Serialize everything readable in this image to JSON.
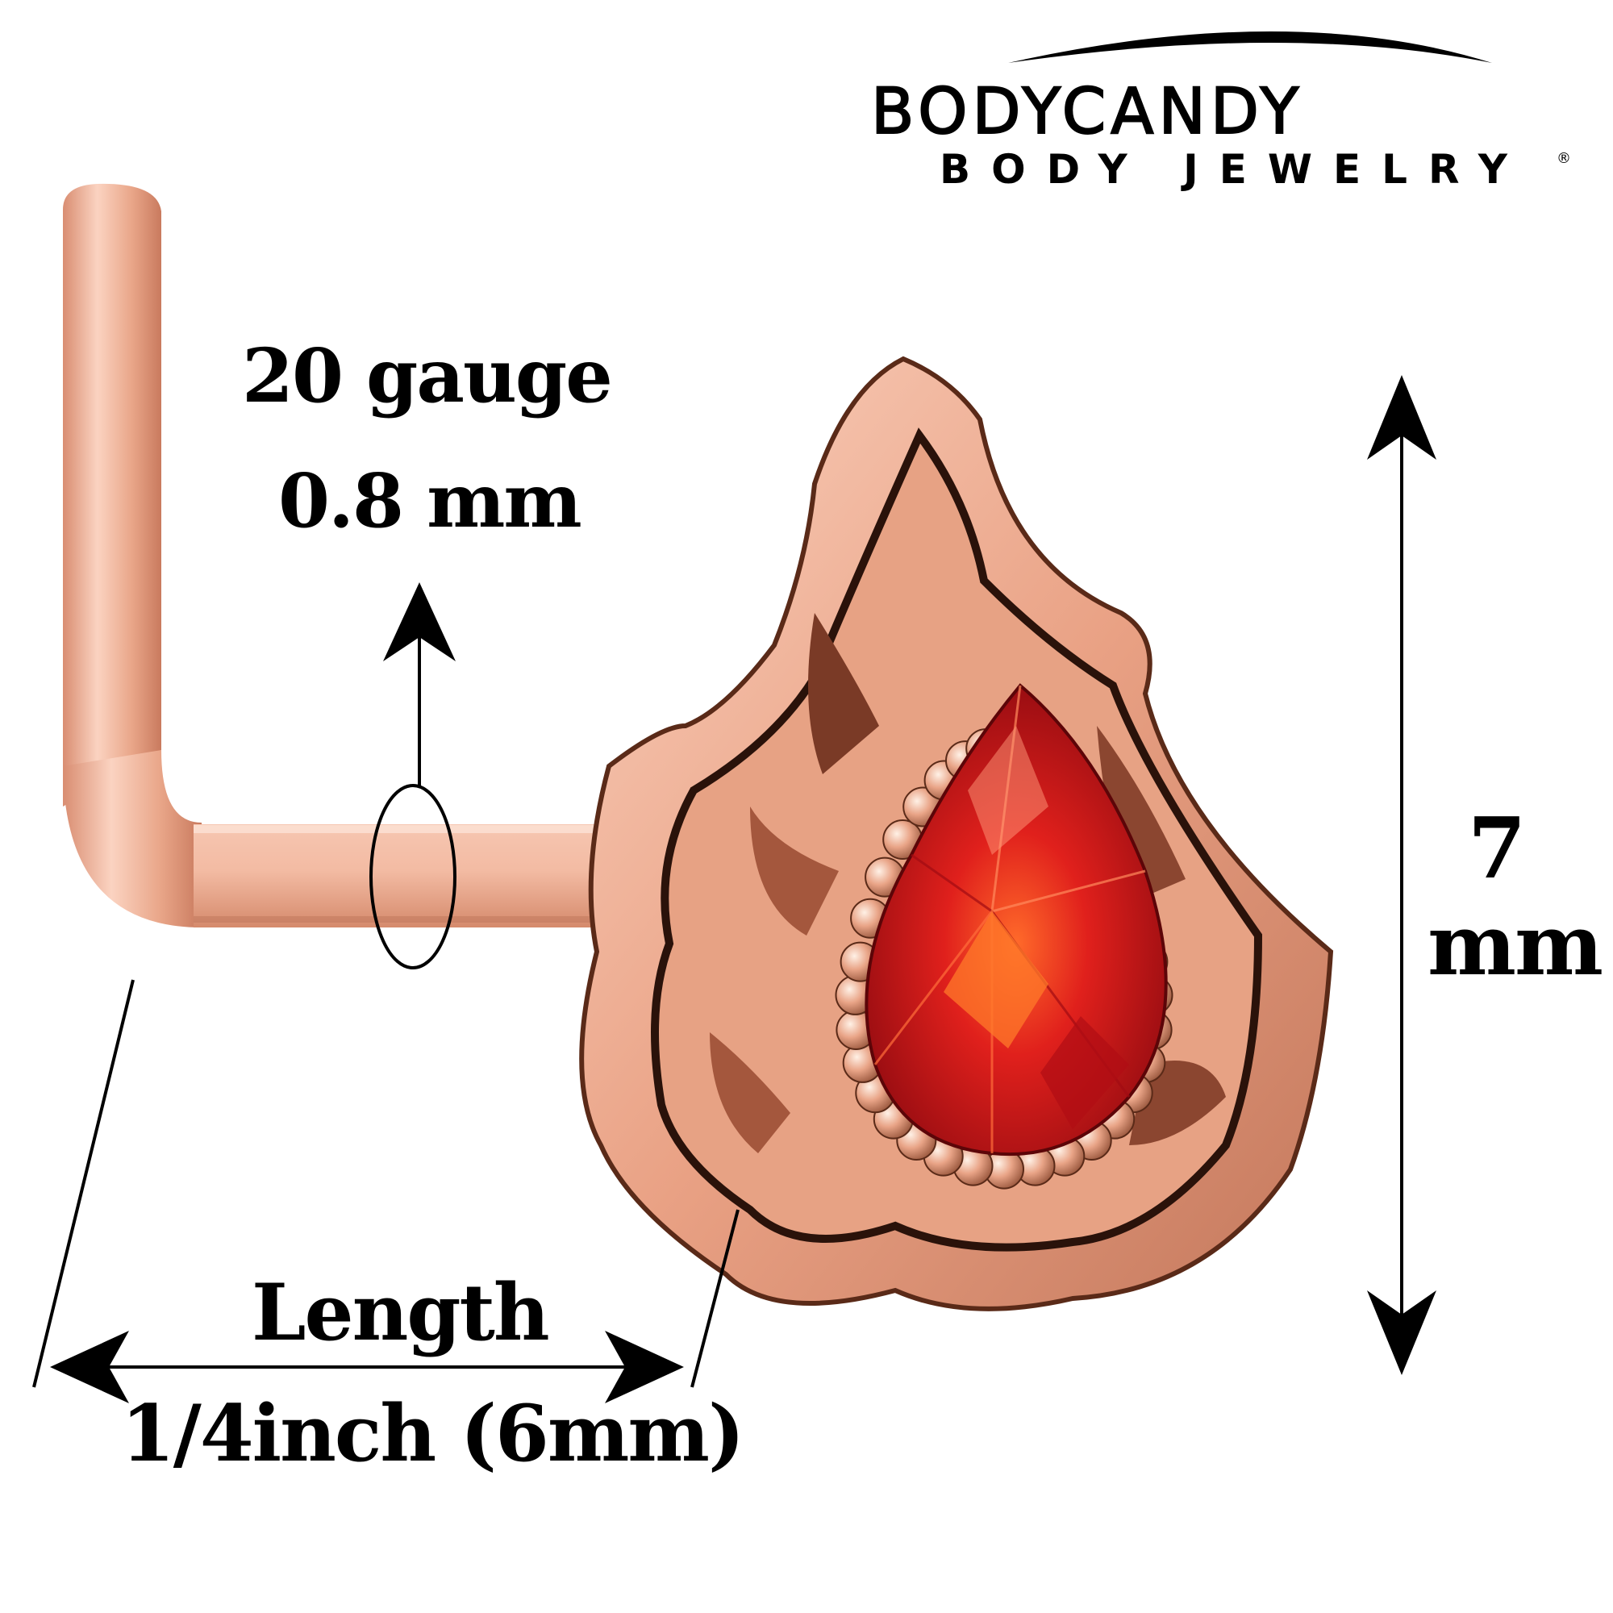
{
  "brand": {
    "name": "BODYCANDY",
    "tagline": "BODY JEWELRY",
    "registered_mark": "®"
  },
  "gauge": {
    "label": "20 gauge",
    "metric": "0.8 mm"
  },
  "length": {
    "label": "Length",
    "value": "1/4inch (6mm)"
  },
  "height": {
    "value": "7",
    "unit": "mm"
  },
  "product": {
    "type": "L-shaped nose stud",
    "metal_color": "#e7a488",
    "gem_color": "#c8101a",
    "icon": "teardrop-gem-icon"
  }
}
